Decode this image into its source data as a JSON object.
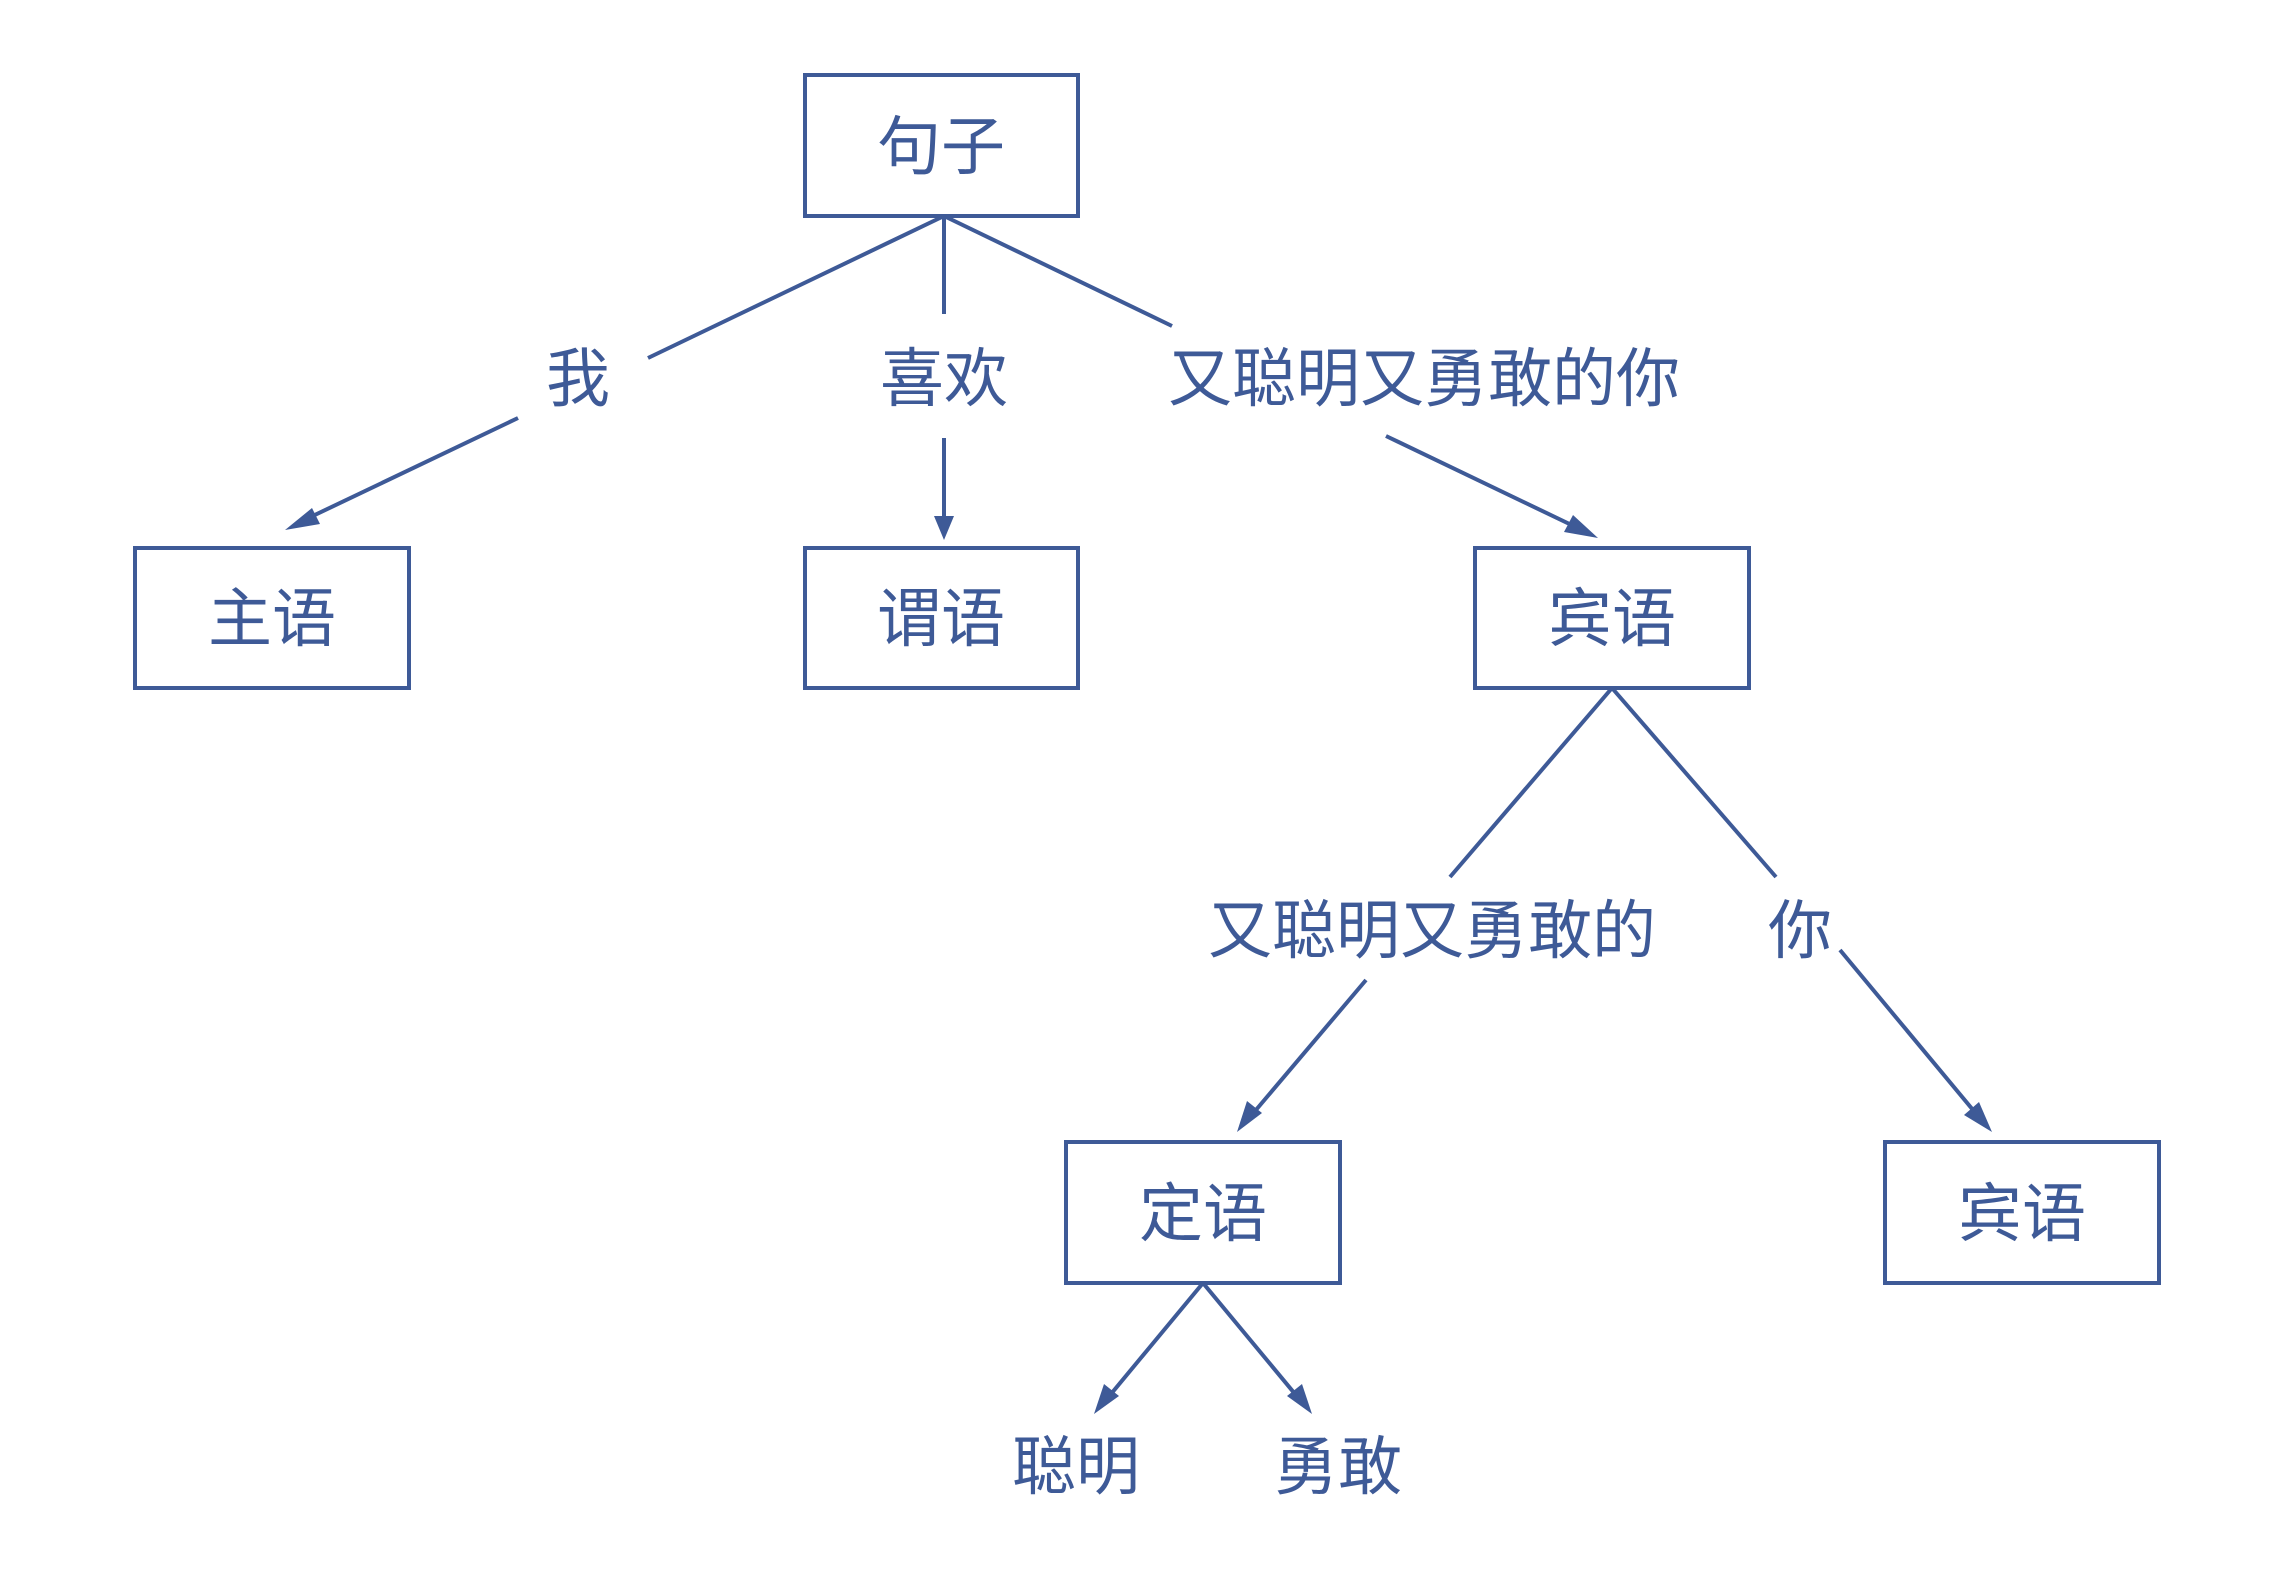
{
  "tree": {
    "root": "句子",
    "subject": "主语",
    "predicate": "谓语",
    "object": "宾语",
    "attributive": "定语",
    "object_inner": "宾语"
  },
  "edges": {
    "subject": "我",
    "predicate": "喜欢",
    "object": "又聪明又勇敢的你",
    "attributive": "又聪明又勇敢的",
    "object_inner": "你",
    "leaf_smart": "聪明",
    "leaf_brave": "勇敢"
  },
  "colors": {
    "stroke": "#3e5a97",
    "text": "#3e5a97",
    "background": "#ffffff"
  }
}
